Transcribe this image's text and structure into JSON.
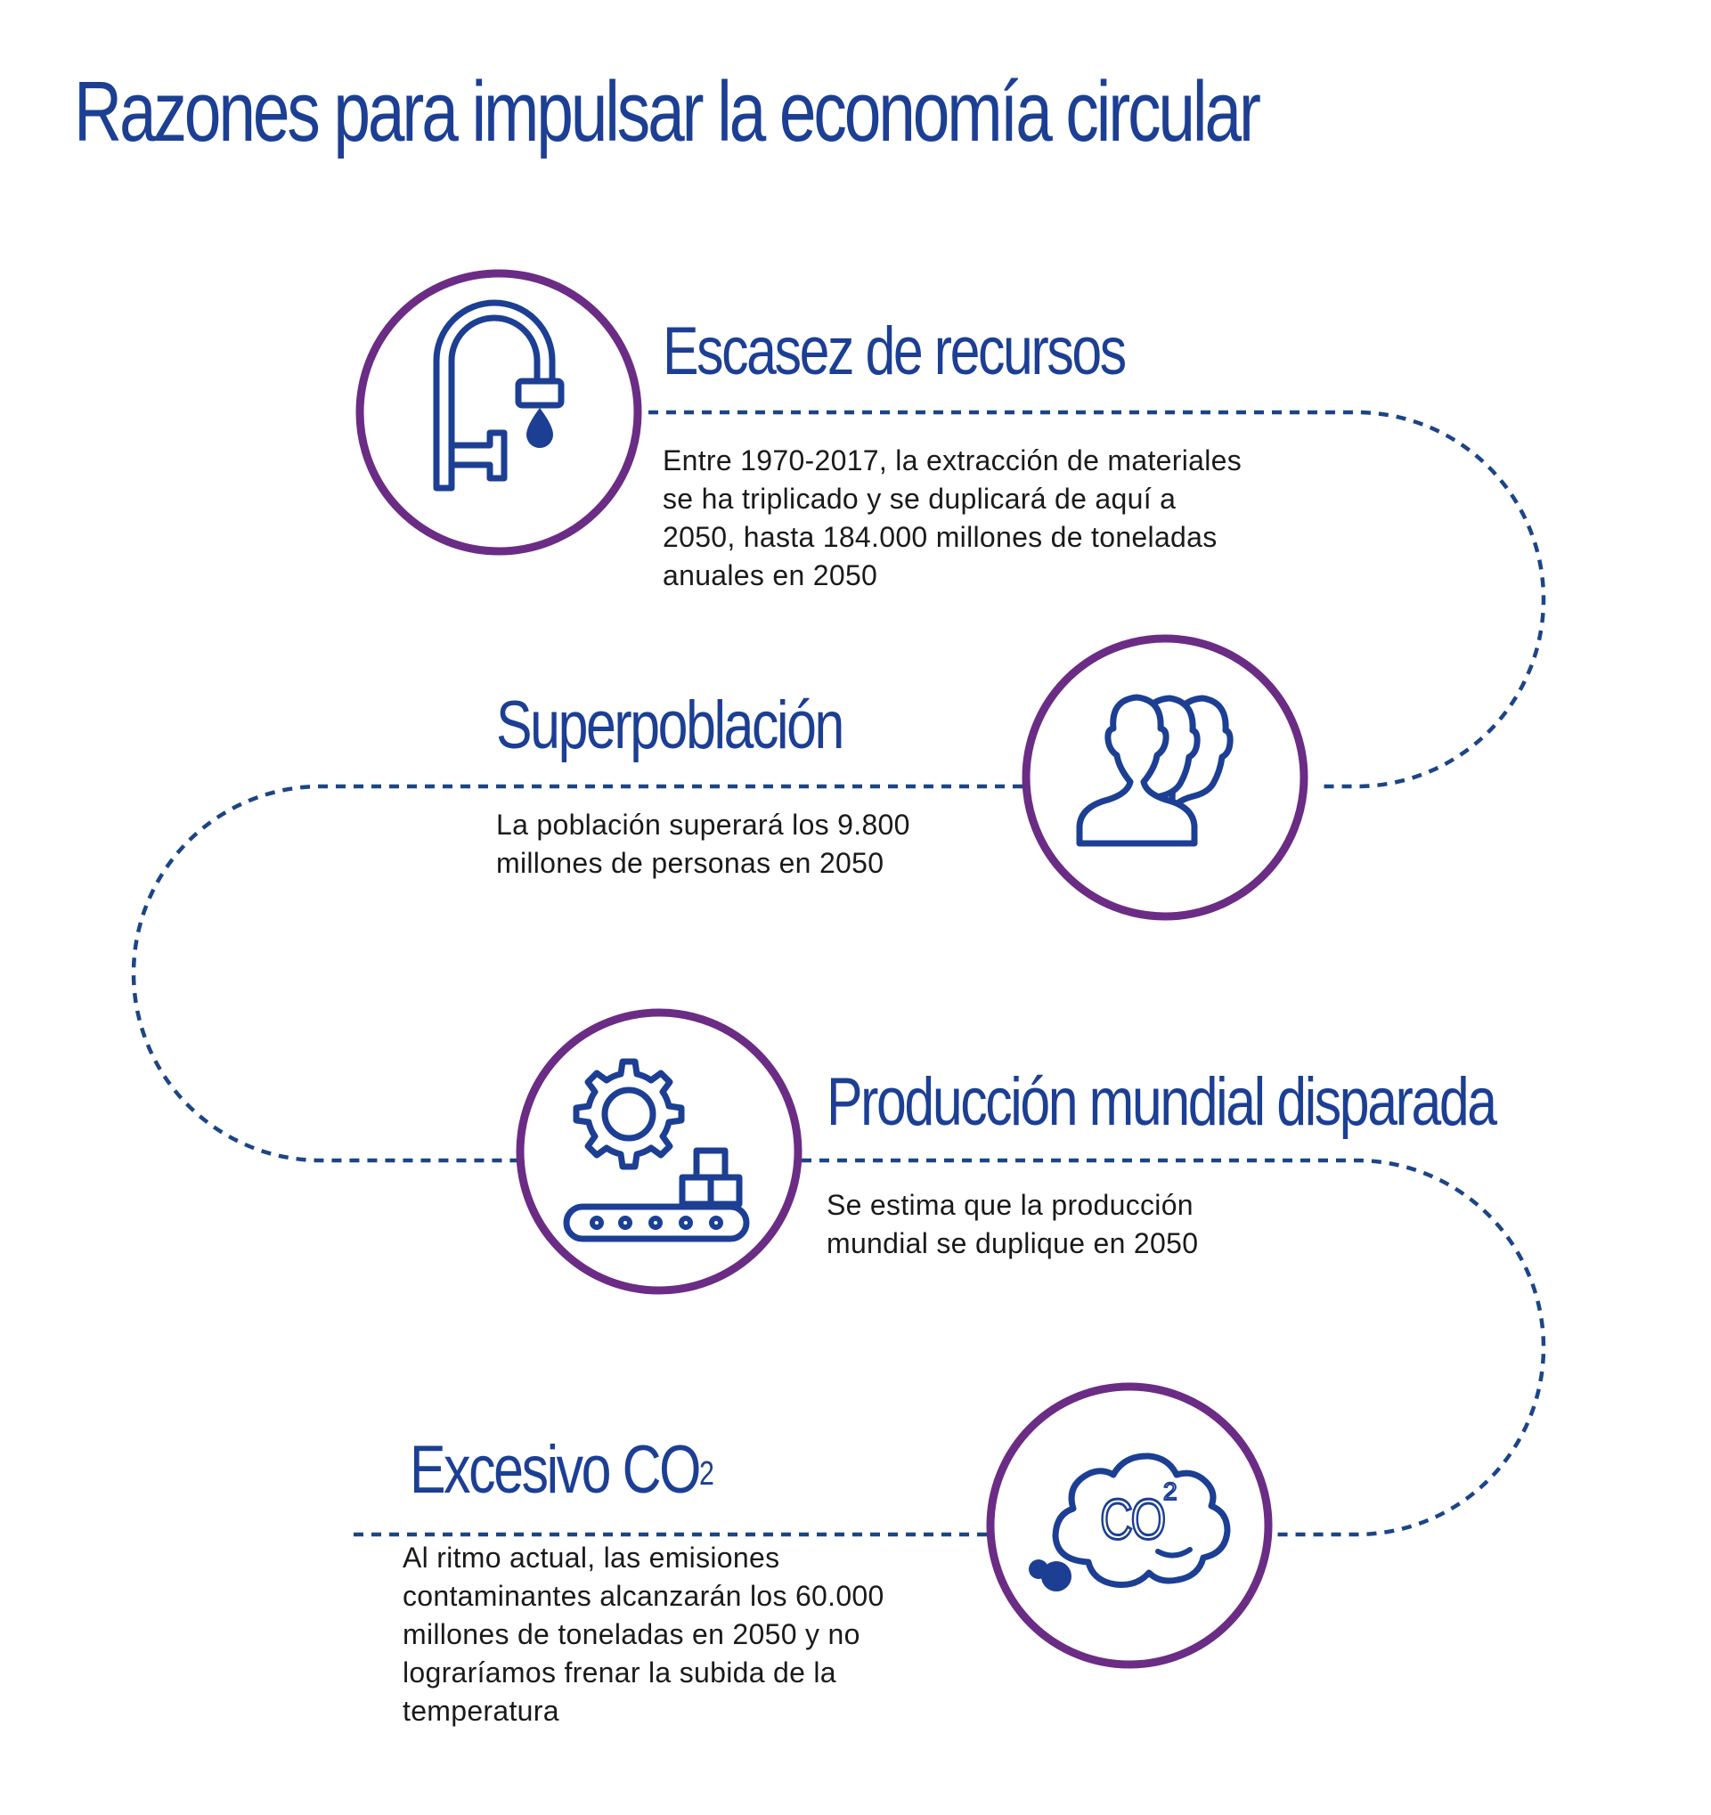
{
  "title": "Razones para impulsar la economía circular",
  "colors": {
    "brand_blue": "#1c3f94",
    "ring_purple": "#6b2c85",
    "dots_blue": "#1c4585",
    "text": "#1a1a1a"
  },
  "reasons": [
    {
      "heading": "Escasez de recursos",
      "icon": "faucet-icon",
      "body": [
        "Entre 1970-2017, la extracción de materiales",
        "se ha triplicado y se duplicará de aquí a",
        "2050, hasta 184.000 millones de toneladas",
        "anuales en 2050"
      ]
    },
    {
      "heading": "Superpoblación",
      "icon": "people-icon",
      "body": [
        "La población superará los 9.800",
        "millones de personas en 2050"
      ]
    },
    {
      "heading": "Producción mundial disparada",
      "icon": "gear-conveyor-icon",
      "body": [
        "Se estima que la producción",
        "mundial se duplique en 2050"
      ]
    },
    {
      "heading": "Excesivo CO",
      "heading_sup": "2",
      "icon": "co2-cloud-icon",
      "icon_text": "CO",
      "icon_sup": "2",
      "body": [
        "Al ritmo actual, las emisiones",
        "contaminantes alcanzarán los 60.000",
        "millones de toneladas en 2050 y no",
        "lograríamos frenar la subida de la",
        "temperatura"
      ]
    }
  ]
}
